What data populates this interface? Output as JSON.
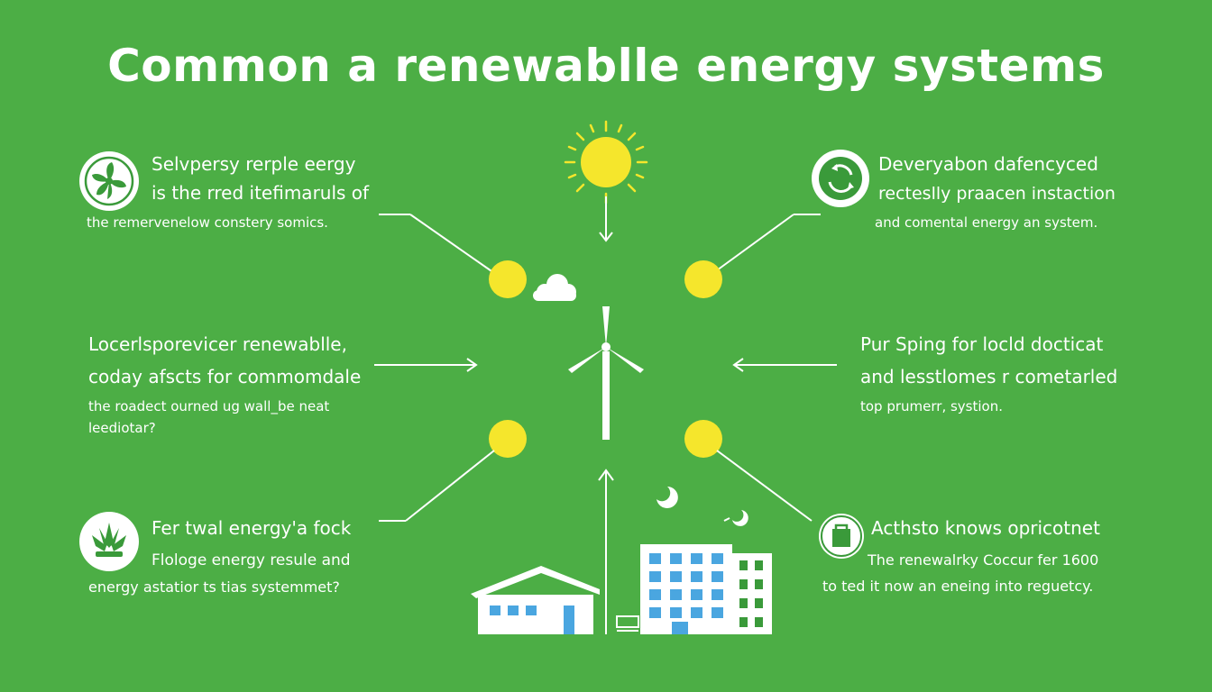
{
  "title": "Common a renewablle energy systems",
  "left_panels": [
    {
      "icon": "fan-icon",
      "lines": [
        "Selvpersy rerple eergy",
        "is the rred itefimaruls of",
        "the remervenelow constery somics."
      ]
    },
    {
      "icon": "",
      "lines": [
        "Locerlsporevicer renewablle,",
        "coday afscts for commomdale",
        "the roadect ourned ug wall_be neat",
        "leediotar?"
      ]
    },
    {
      "icon": "plant-icon",
      "lines": [
        "Fer twal energy'a fock",
        "Flologe energy resule and",
        "energy astatior ts tias systemmet?"
      ]
    }
  ],
  "right_panels": [
    {
      "icon": "cycle-icon",
      "lines": [
        "Deveryabon dafencyced",
        "recteslly praacen instaction",
        "and comental energy an system."
      ]
    },
    {
      "icon": "",
      "lines": [
        "Pur Sping for locld docticat",
        "and lesstlomes r cometarled",
        "top prumerr, systion."
      ]
    },
    {
      "icon": "bag-icon",
      "lines": [
        "Acthsto knows opricotnet",
        "The renewalrky Coccur fer 1600",
        "to ted it now an eneing into reguetcy."
      ]
    }
  ],
  "colors": {
    "background": "#4cae45",
    "sun": "#f5e62c",
    "line": "#ffffff",
    "window": "#4aa6e0",
    "icon_green": "#3a9a3a"
  }
}
